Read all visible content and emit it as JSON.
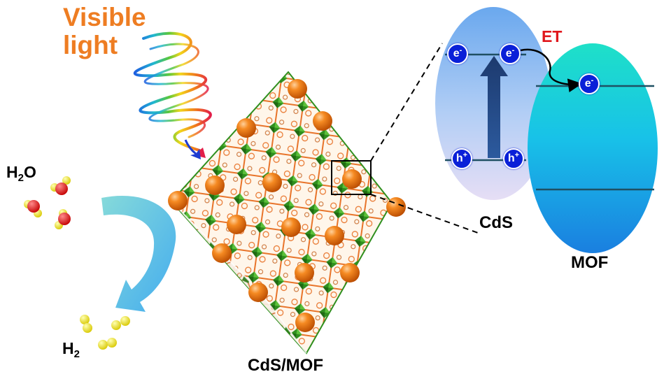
{
  "labels": {
    "visible_light_line1": "Visible",
    "visible_light_line2": "light",
    "water": {
      "base": "H",
      "sub": "2",
      "tail": "O"
    },
    "hydrogen": {
      "base": "H",
      "sub": "2"
    },
    "composite": "CdS/MOF",
    "cds": "CdS",
    "mof": "MOF",
    "et": "ET"
  },
  "band_diagram": {
    "electron": {
      "base": "e",
      "charge": "-"
    },
    "hole": {
      "base": "h",
      "charge": "+"
    }
  },
  "colors": {
    "light_label": "#ee7d22",
    "et_label": "#e0161b",
    "carrier": "#0a20d8",
    "octahedron_green": "#2f8f1e",
    "cds_particle": "#f07a12",
    "swoosh": "#4fc3e6"
  },
  "icons": [
    "rainbow-light-wave-icon",
    "water-molecule-icon",
    "hydrogen-molecule-icon",
    "cds-nanoparticle-icon",
    "excitation-arrow-icon"
  ]
}
